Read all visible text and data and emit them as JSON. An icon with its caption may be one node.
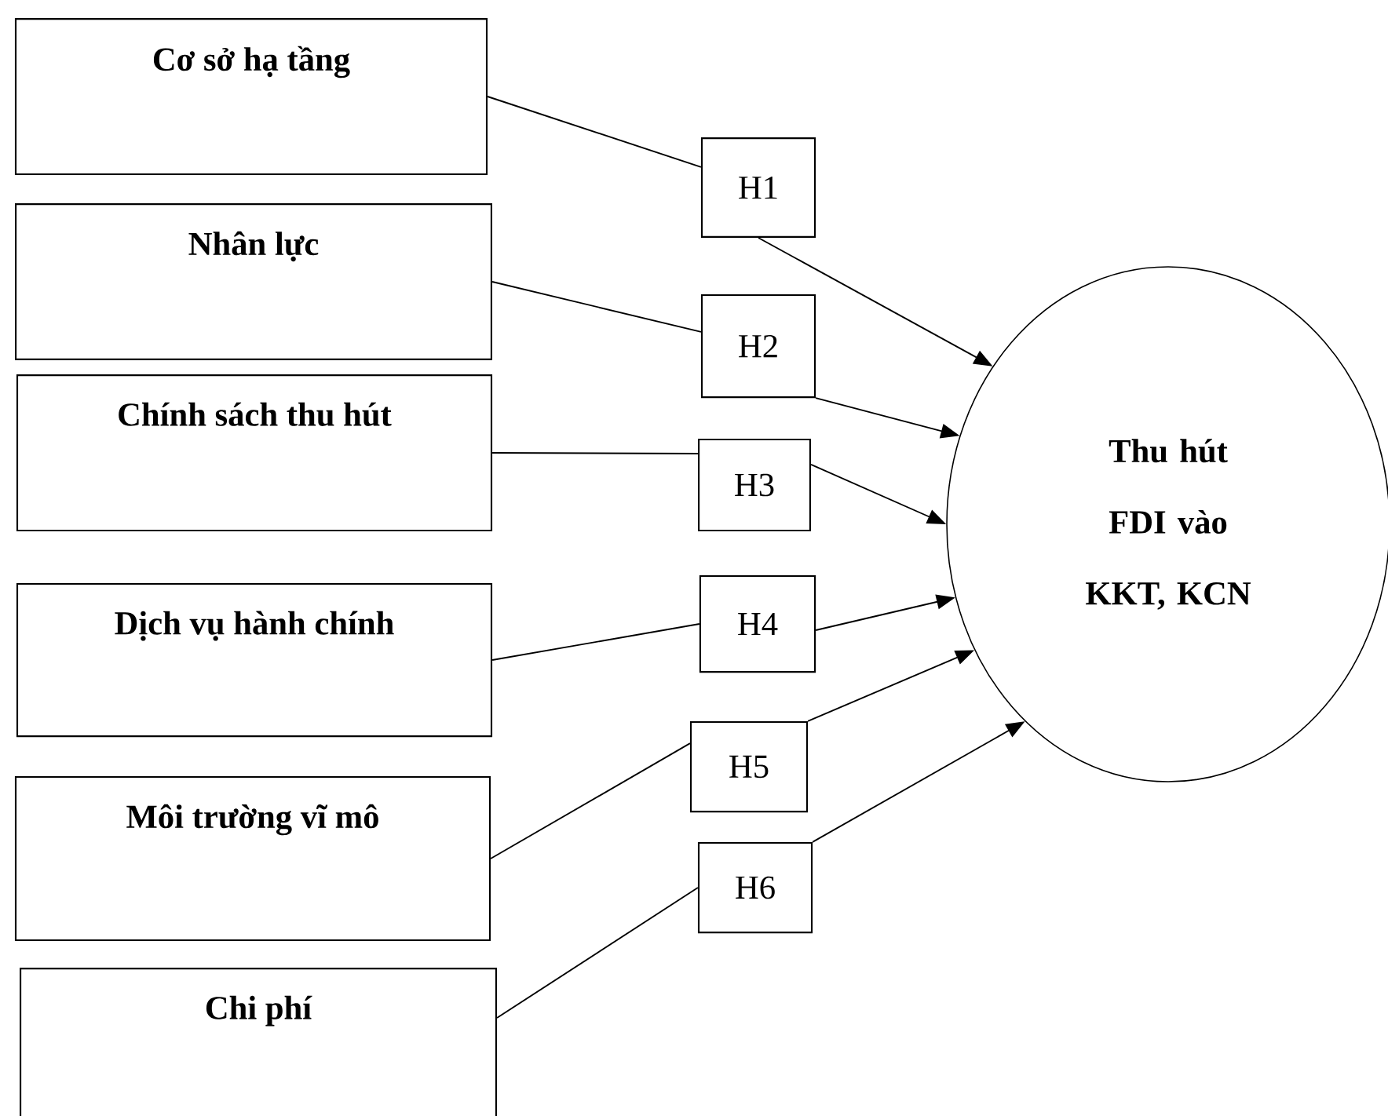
{
  "diagram": {
    "nodes": [
      {
        "text": [
          "Cơ sở hạ tầng"
        ]
      },
      {
        "text": [
          "Nhân lực"
        ]
      },
      {
        "text": [
          "Chính sách thu hút"
        ]
      },
      {
        "text": [
          "Dịch vụ hành chính"
        ]
      },
      {
        "text": [
          "Môi trường vĩ mô"
        ]
      },
      {
        "text": [
          "Chi phí"
        ]
      },
      {
        "text": [
          "H1"
        ]
      },
      {
        "text": [
          "H2"
        ]
      },
      {
        "text": [
          "H3"
        ]
      },
      {
        "text": [
          "H4"
        ]
      },
      {
        "text": [
          "H5"
        ]
      },
      {
        "text": [
          "H6"
        ]
      },
      {
        "text": [
          "Thu hút FDI vào KKT, KCN"
        ]
      }
    ],
    "edges": [
      {
        "from": 0,
        "to": 6,
        "arrow": "none"
      },
      {
        "from": 6,
        "to": 12,
        "arrow": "to"
      },
      {
        "from": 1,
        "to": 7,
        "arrow": "none"
      },
      {
        "from": 7,
        "to": 12,
        "arrow": "to"
      },
      {
        "from": 2,
        "to": 8,
        "arrow": "none"
      },
      {
        "from": 8,
        "to": 12,
        "arrow": "to"
      },
      {
        "from": 3,
        "to": 9,
        "arrow": "none"
      },
      {
        "from": 9,
        "to": 12,
        "arrow": "to"
      },
      {
        "from": 4,
        "to": 10,
        "arrow": "none"
      },
      {
        "from": 10,
        "to": 12,
        "arrow": "to"
      },
      {
        "from": 5,
        "to": 11,
        "arrow": "none"
      },
      {
        "from": 11,
        "to": 12,
        "arrow": "to"
      }
    ]
  }
}
